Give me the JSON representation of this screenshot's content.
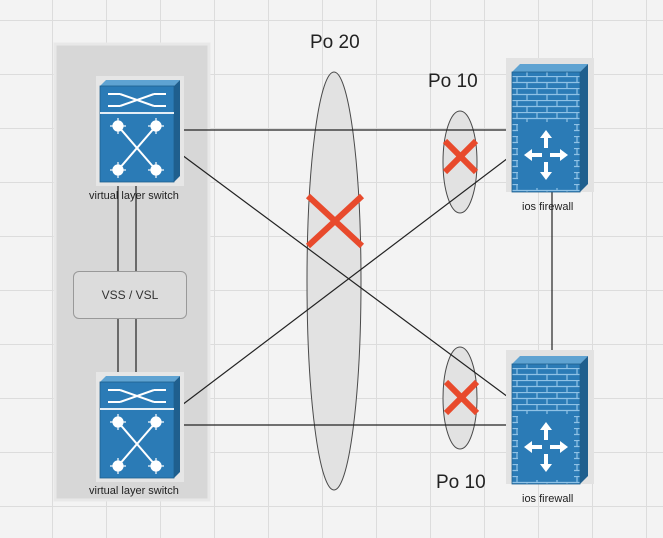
{
  "labels": {
    "po20": "Po 20",
    "po10_top": "Po 10",
    "po10_bottom": "Po 10",
    "switch_top": "virtual layer switch",
    "switch_bottom": "virtual layer switch",
    "firewall_top": "ios firewall",
    "firewall_bottom": "ios firewall",
    "vss": "VSS / VSL"
  },
  "colors": {
    "cisco_blue": "#2b7bb6",
    "cross_red": "#e84a2c",
    "link": "#222222"
  },
  "icons": [
    "layer3-switch-icon",
    "firewall-icon",
    "disabled-x-icon"
  ]
}
